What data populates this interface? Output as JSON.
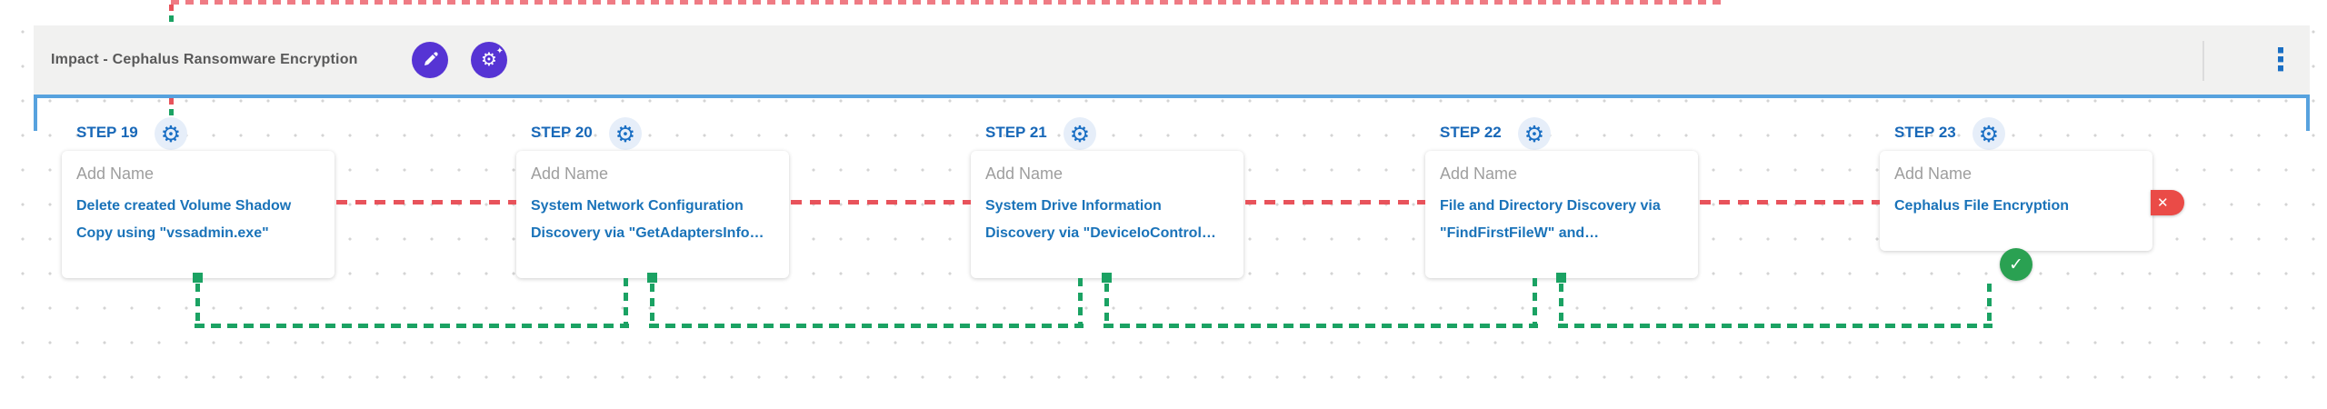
{
  "header": {
    "title": "Impact - Cephalus Ransomware Encryption",
    "edit_button": "edit",
    "magic_button": "auto-settings",
    "menu": "more-options"
  },
  "icons": {
    "gear": "⚙",
    "sparkle": "✦",
    "kebab": "⋮",
    "check": "✓",
    "cross": "✕"
  },
  "steps": [
    {
      "label": "STEP 19",
      "name_placeholder": "Add Name",
      "action": "Delete created Volume Shadow Copy using \"vssadmin.exe\""
    },
    {
      "label": "STEP 20",
      "name_placeholder": "Add Name",
      "action": "System Network Configuration Discovery via \"GetAdaptersInfo…"
    },
    {
      "label": "STEP 21",
      "name_placeholder": "Add Name",
      "action": "System Drive Information Discovery via \"DeviceIoControl…"
    },
    {
      "label": "STEP 22",
      "name_placeholder": "Add Name",
      "action": "File and Directory Discovery via \"FindFirstFileW\" and…"
    },
    {
      "label": "STEP 23",
      "name_placeholder": "Add Name",
      "action": "Cephalus File Encryption",
      "status_blocked": "blocked",
      "status_passed": "passed"
    }
  ],
  "colors": {
    "accent_purple": "#5634d4",
    "step_blue": "#1868b8",
    "link_blue": "#1a73b9",
    "connector_red": "#e8535b",
    "connector_green": "#1ba263",
    "blocked_red": "#ea4b47",
    "passed_green": "#2aa152",
    "selection_blue": "#57a2de",
    "header_gray": "#f1f1f0"
  }
}
